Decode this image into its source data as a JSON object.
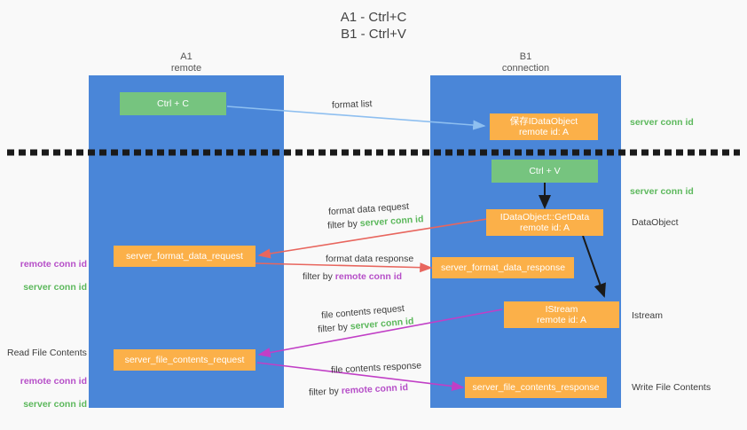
{
  "title": "A1 - Ctrl+C\nB1 - Ctrl+V",
  "lanes": [
    {
      "id": "a1",
      "header": "A1\nremote"
    },
    {
      "id": "b1",
      "header": "B1\nconnection"
    }
  ],
  "nodes": [
    {
      "id": "ctrl-c",
      "label": "Ctrl + C"
    },
    {
      "id": "idataobject",
      "label": "保存IDataObject\nremote id: A"
    },
    {
      "id": "ctrl-v",
      "label": "Ctrl + V"
    },
    {
      "id": "idataobject-getdata",
      "label": "IDataObject::GetData\nremote id: A"
    },
    {
      "id": "server-format-data-request",
      "label": "server_format_data_request"
    },
    {
      "id": "server-format-data-response",
      "label": "server_format_data_response"
    },
    {
      "id": "istream",
      "label": "IStream\nremote id: A"
    },
    {
      "id": "server-file-contents-request",
      "label": "server_file_contents_request"
    },
    {
      "id": "server-file-contents-response",
      "label": "server_file_contents_response"
    }
  ],
  "edge_labels": {
    "format_list": "format list",
    "format_data_request": "format data request",
    "format_data_request_filter_prefix": "filter by ",
    "format_data_request_filter_value": "server conn id",
    "format_data_response": "format data response",
    "format_data_response_filter_prefix": "filter by ",
    "format_data_response_filter_value": "remote conn id",
    "file_contents_request": "file contents request",
    "file_contents_request_filter_prefix": "filter by ",
    "file_contents_request_filter_value": "server conn id",
    "file_contents_response": "file contents response",
    "file_contents_response_filter_prefix": "filter by ",
    "file_contents_response_filter_value": "remote conn id"
  },
  "annotations": {
    "right_server_conn_id_top": "server conn id",
    "right_server_conn_id_mid": "server conn id",
    "right_dataobject": "DataObject",
    "right_istream": "Istream",
    "right_write_file_contents": "Write File Contents",
    "left_remote_conn_id_1": "remote conn id",
    "left_server_conn_id_1": "server conn id",
    "left_read_file_contents": "Read File Contents",
    "left_remote_conn_id_2": "remote conn id",
    "left_server_conn_id_2": "server conn id"
  },
  "colors": {
    "lane": "#4a86d8",
    "green_node": "#76c47f",
    "orange_node": "#fbb049",
    "background": "#f9f9f9",
    "arrow_light_blue": "#8ebff0",
    "arrow_red": "#e8665e",
    "arrow_magenta": "#c13fc6",
    "arrow_black": "#1a1a1a",
    "divider": "#1a1a1a",
    "accent_green_text": "#5cb85c",
    "accent_purple_text": "#b64fc8"
  }
}
